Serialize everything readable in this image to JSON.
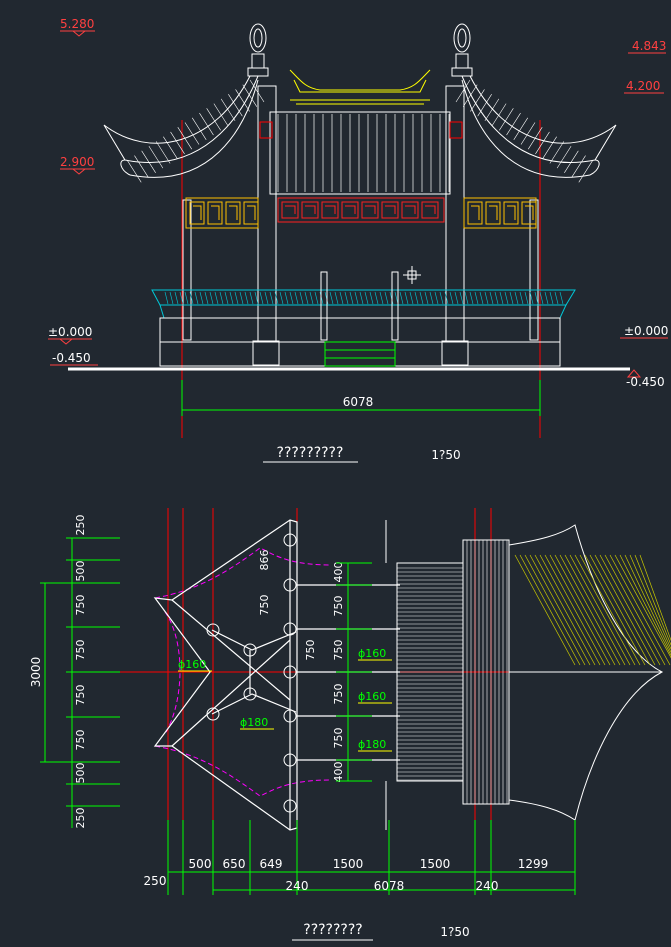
{
  "elevation": {
    "levels": {
      "top_left": "5.280",
      "mid_left": "2.900",
      "zero_left": "±0.000",
      "ground_left": "-0.450",
      "top_right": "4.843",
      "mid_right": "4.200",
      "zero_right": "±0.000",
      "ground_right": "-0.450"
    },
    "span_label": "6078",
    "title": "?????????",
    "scale": "1?50"
  },
  "plan": {
    "left_dims": [
      "250",
      "500",
      "750",
      "750",
      "750",
      "750",
      "500",
      "250"
    ],
    "total_label": "3000",
    "inner_dims": [
      "866",
      "750",
      "750"
    ],
    "rafter_dims": [
      "400",
      "750",
      "750",
      "750",
      "750",
      "400"
    ],
    "diameters": [
      "ϕ160",
      "ϕ180",
      "ϕ160",
      "ϕ160",
      "ϕ180"
    ],
    "bottom_dims": [
      "250",
      "500",
      "650",
      "649",
      "1500",
      "1500",
      "1299"
    ],
    "bottom_row2": [
      "240",
      "6078",
      "240"
    ],
    "title": "????????",
    "scale": "1?50"
  },
  "colors": {
    "background": "#212830",
    "lines": "#ffffff",
    "dimension": "#00ff00",
    "axis": "#ff0000",
    "eave_rail": "#00c8d8",
    "fretwork": "#ffc000",
    "hidden": "#ff00ff"
  }
}
